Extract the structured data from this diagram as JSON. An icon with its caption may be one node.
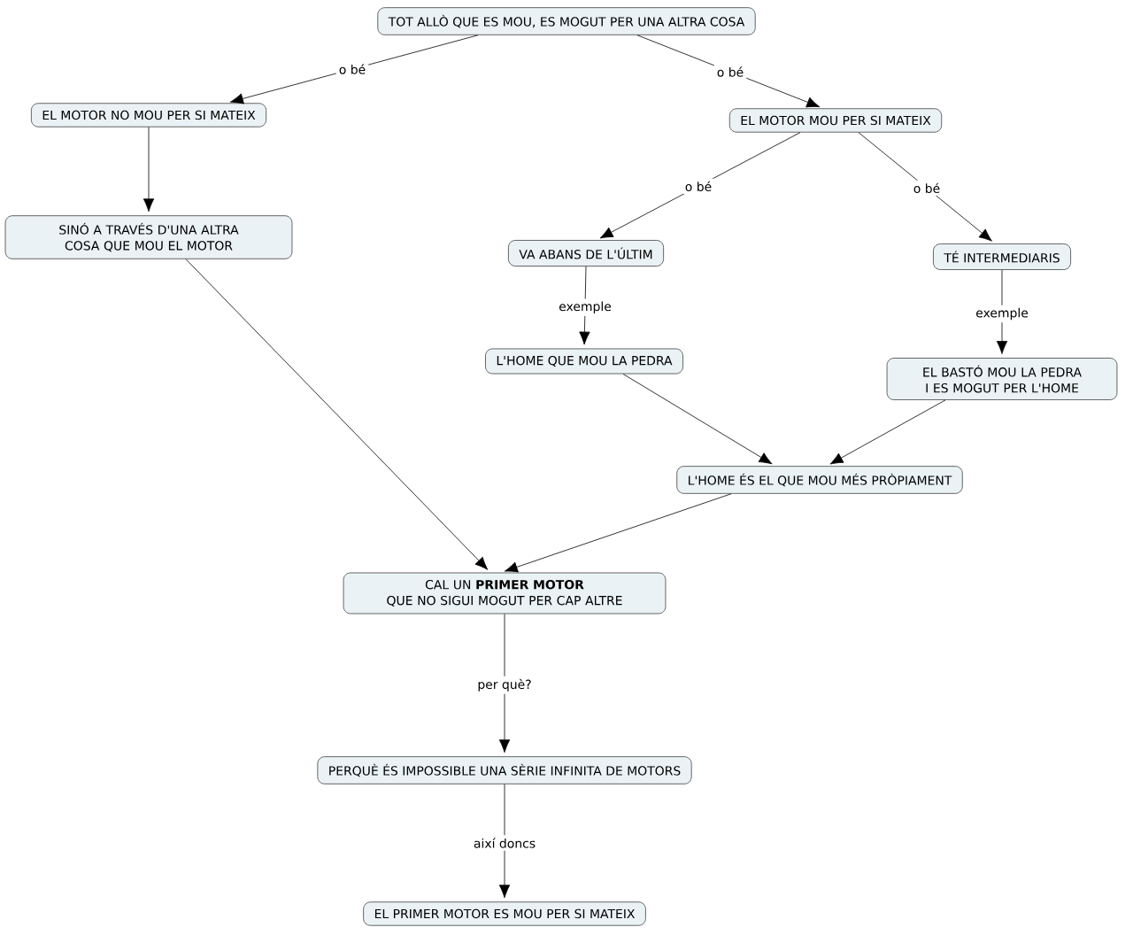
{
  "diagram": {
    "nodes": [
      {
        "text": [
          "TOT ALLÒ QUE ES MOU, ES MOGUT PER UNA ALTRA COSA"
        ]
      },
      {
        "text": [
          "EL MOTOR NO MOU PER SI MATEIX"
        ]
      },
      {
        "text": [
          "EL MOTOR MOU PER SI MATEIX"
        ]
      },
      {
        "text": [
          "SINÓ A TRAVÉS D'UNA ALTRA COSA QUE MOU EL MOTOR"
        ]
      },
      {
        "text": [
          "VA ABANS DE L'ÚLTIM"
        ]
      },
      {
        "text": [
          "TÉ INTERMEDIARIS"
        ]
      },
      {
        "text": [
          "L'HOME QUE MOU LA PEDRA"
        ]
      },
      {
        "text": [
          "EL BASTÓ MOU LA PEDRA I ES MOGUT PER L'HOME"
        ]
      },
      {
        "text": [
          "L'HOME ÉS EL QUE MOU MÉS PRÒPIAMENT"
        ]
      },
      {
        "text": [
          "CAL UN **PRIMER MOTOR**",
          "QUE NO SIGUI MOGUT PER CAP ALTRE"
        ]
      },
      {
        "text": [
          "PERQUÈ ÉS IMPOSSIBLE UNA SÈRIE INFINITA DE MOTORS"
        ]
      },
      {
        "text": [
          "EL PRIMER MOTOR ES MOU PER SI MATEIX"
        ]
      }
    ],
    "edges": [
      {
        "from": 0,
        "to": 1,
        "arrow": "to",
        "label": "o bé"
      },
      {
        "from": 0,
        "to": 2,
        "arrow": "to",
        "label": "o bé"
      },
      {
        "from": 1,
        "to": 3,
        "arrow": "to"
      },
      {
        "from": 2,
        "to": 4,
        "arrow": "to",
        "label": "o bé"
      },
      {
        "from": 2,
        "to": 5,
        "arrow": "to",
        "label": "o bé"
      },
      {
        "from": 4,
        "to": 6,
        "arrow": "to",
        "label": "exemple"
      },
      {
        "from": 5,
        "to": 7,
        "arrow": "to",
        "label": "exemple"
      },
      {
        "from": 6,
        "to": 8,
        "arrow": "to"
      },
      {
        "from": 7,
        "to": 8,
        "arrow": "to"
      },
      {
        "from": 3,
        "to": 9,
        "arrow": "to"
      },
      {
        "from": 8,
        "to": 9,
        "arrow": "to"
      },
      {
        "from": 9,
        "to": 10,
        "arrow": "to",
        "label": "per què?"
      },
      {
        "from": 10,
        "to": 11,
        "arrow": "to",
        "label": "així doncs"
      }
    ]
  }
}
